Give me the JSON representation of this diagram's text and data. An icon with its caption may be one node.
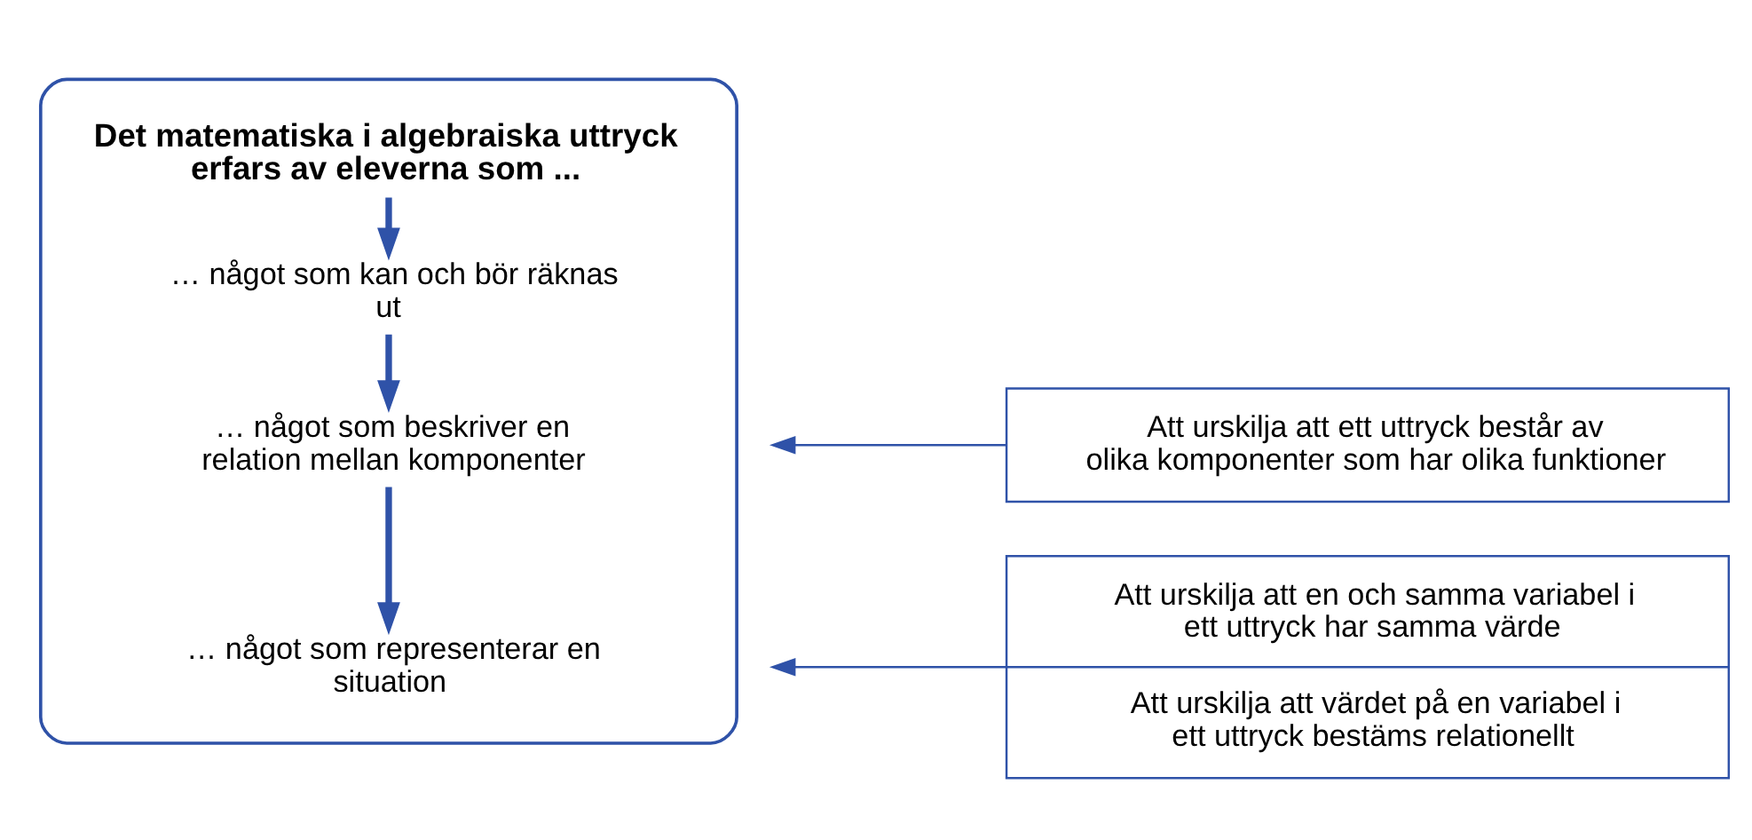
{
  "diagram": {
    "nodes": [
      {
        "text": [],
        "shape": "box"
      },
      {
        "text": [
          "Det matematiska i algebraiska uttryck erfars av eleverna som ..."
        ],
        "in": 0
      },
      {
        "text": [
          "… något som kan och bör räknas ut"
        ],
        "in": 0
      },
      {
        "text": [
          "… något som beskriver en relation mellan komponenter"
        ],
        "in": 0
      },
      {
        "text": [
          "… något som representerar en situation"
        ],
        "in": 0
      },
      {
        "text": [
          "Att urskilja att ett uttryck består av olika komponenter som har olika funktioner"
        ]
      },
      {
        "text": [
          "Att urskilja att en och samma variabel i ett uttryck har samma värde",
          "Att urskilja att värdet på en variabel i ett uttryck bestäms relationellt"
        ]
      }
    ],
    "edges": [
      {
        "from": 1,
        "to": 2,
        "arrow": "to"
      },
      {
        "from": 2,
        "to": 3,
        "arrow": "to"
      },
      {
        "from": 3,
        "to": 4,
        "arrow": "to"
      },
      {
        "from": 5,
        "to": null,
        "arrow": "to"
      },
      {
        "from": 6,
        "to": null,
        "arrow": "to"
      }
    ]
  }
}
